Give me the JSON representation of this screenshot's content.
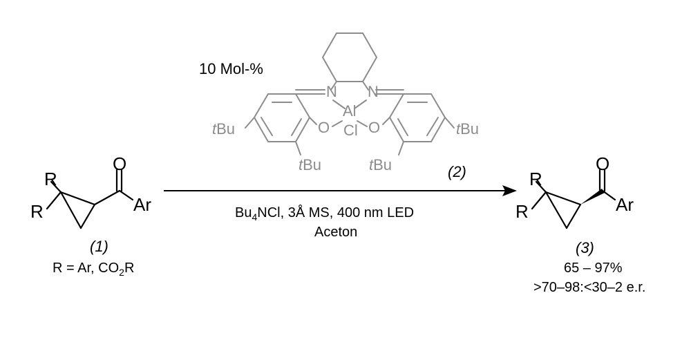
{
  "reactant": {
    "atom_R_top": "R",
    "atom_R_left": "R",
    "atom_O": "O",
    "group_Ar": "Ar",
    "label": "(1)",
    "condition_prefix": "R = Ar, CO",
    "condition_sub": "2",
    "condition_suffix": "R"
  },
  "catalyst": {
    "loading": "10 Mol-%",
    "atom_N_left": "N",
    "atom_N_right": "N",
    "atom_Al": "Al",
    "atom_Cl": "Cl",
    "atom_O_left": "O",
    "atom_O_right": "O",
    "tbu_t": "t",
    "tbu_rest": "Bu",
    "label": "(2)"
  },
  "conditions": {
    "line1_prefix": "Bu",
    "line1_sub": "4",
    "line1_suffix": "NCl, 3Å MS, 400 nm LED",
    "line2": "Aceton"
  },
  "product": {
    "atom_R_top": "R",
    "atom_R_left": "R",
    "atom_O": "O",
    "group_Ar": "Ar",
    "label": "(3)",
    "yield": "65 – 97%",
    "er": ">70–98:<30–2 e.r."
  },
  "colors": {
    "ink": "#000000",
    "catalyst_ink": "#8c8c8c"
  }
}
